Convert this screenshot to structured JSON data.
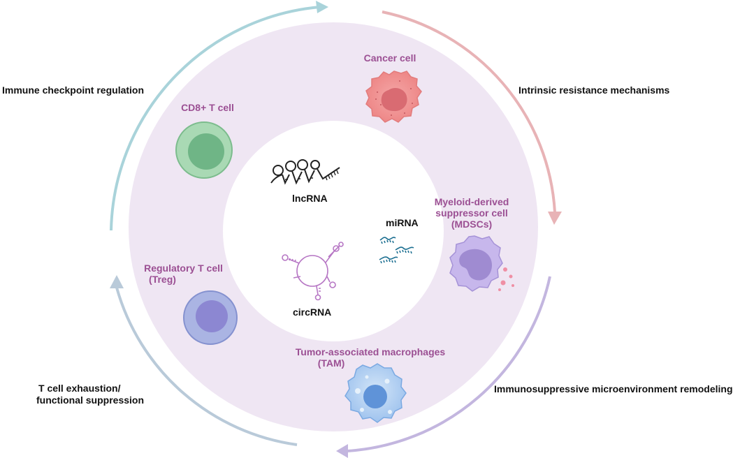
{
  "outer_labels": {
    "immune_checkpoint": "Immune checkpoint regulation",
    "intrinsic_resistance": "Intrinsic resistance mechanisms",
    "immunosuppressive": "Immunosuppressive microenvironment remodeling",
    "t_cell_exhaustion_line1": "T cell exhaustion/",
    "t_cell_exhaustion_line2": "functional suppression"
  },
  "cells": {
    "cancer": "Cancer cell",
    "cd8": "CD8+ T cell",
    "mdsc_line1": "Myeloid-derived",
    "mdsc_line2": "suppressor cell",
    "mdsc_line3": "(MDSCs)",
    "treg_line1": "Regulatory T cell",
    "treg_line2": "(Treg)",
    "tam_line1": "Tumor-associated macrophages",
    "tam_line2": "(TAM)"
  },
  "rnas": {
    "lncrna": "lncRNA",
    "mirna": "miRNA",
    "circrna": "circRNA"
  },
  "colors": {
    "ring": "#efe6f3",
    "arrow_top_left": "#a9d3da",
    "arrow_top_right": "#e8b3b6",
    "arrow_bottom_right": "#c3b6df",
    "arrow_bottom_left": "#b9cad9",
    "cell_label": "#9b4f93"
  }
}
